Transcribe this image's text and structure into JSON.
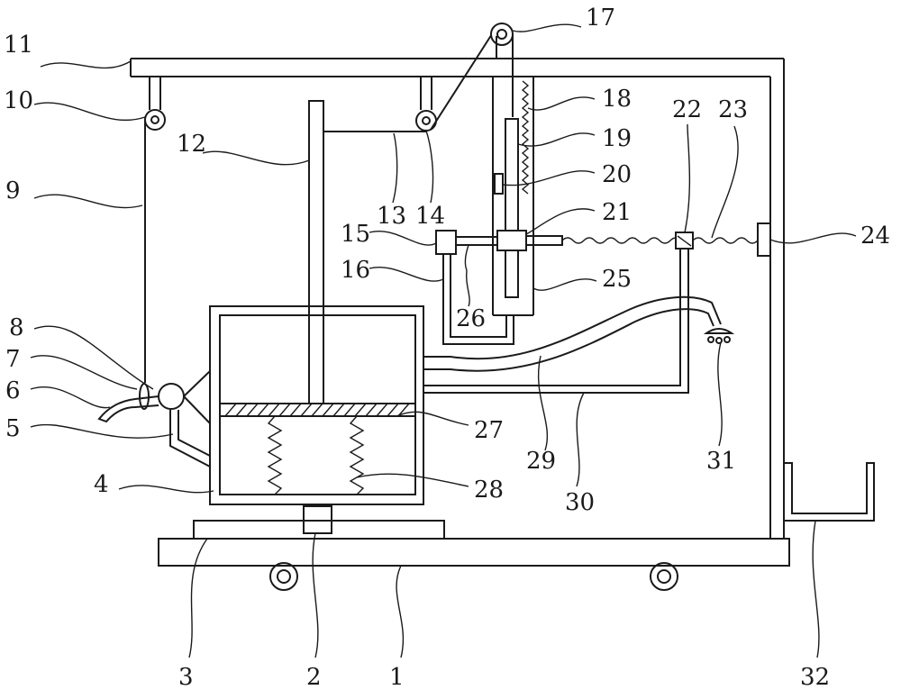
{
  "figure": {
    "labels": [
      {
        "id": "1",
        "text": "1"
      },
      {
        "id": "2",
        "text": "2"
      },
      {
        "id": "3",
        "text": "3"
      },
      {
        "id": "4",
        "text": "4"
      },
      {
        "id": "5",
        "text": "5"
      },
      {
        "id": "6",
        "text": "6"
      },
      {
        "id": "7",
        "text": "7"
      },
      {
        "id": "8",
        "text": "8"
      },
      {
        "id": "9",
        "text": "9"
      },
      {
        "id": "10",
        "text": "10"
      },
      {
        "id": "11",
        "text": "11"
      },
      {
        "id": "12",
        "text": "12"
      },
      {
        "id": "13",
        "text": "13"
      },
      {
        "id": "14",
        "text": "14"
      },
      {
        "id": "15",
        "text": "15"
      },
      {
        "id": "16",
        "text": "16"
      },
      {
        "id": "17",
        "text": "17"
      },
      {
        "id": "18",
        "text": "18"
      },
      {
        "id": "19",
        "text": "19"
      },
      {
        "id": "20",
        "text": "20"
      },
      {
        "id": "21",
        "text": "21"
      },
      {
        "id": "22",
        "text": "22"
      },
      {
        "id": "23",
        "text": "23"
      },
      {
        "id": "24",
        "text": "24"
      },
      {
        "id": "25",
        "text": "25"
      },
      {
        "id": "26",
        "text": "26"
      },
      {
        "id": "27",
        "text": "27"
      },
      {
        "id": "28",
        "text": "28"
      },
      {
        "id": "29",
        "text": "29"
      },
      {
        "id": "30",
        "text": "30"
      },
      {
        "id": "31",
        "text": "31"
      },
      {
        "id": "32",
        "text": "32"
      }
    ]
  }
}
